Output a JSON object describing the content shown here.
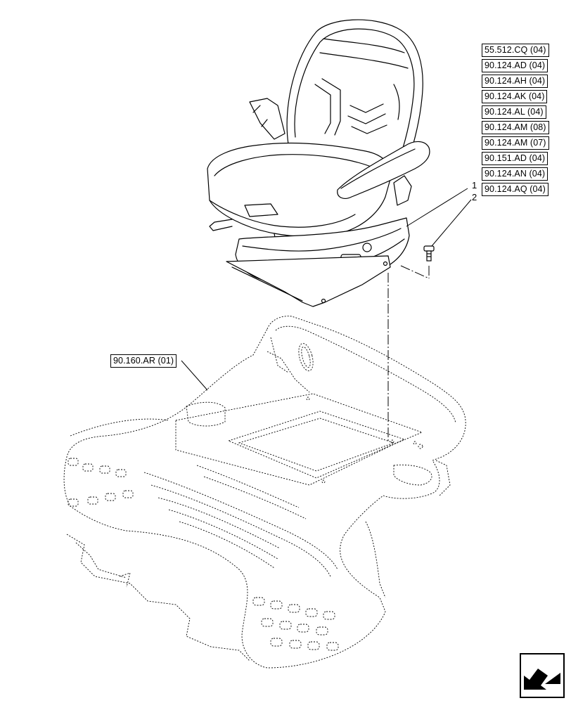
{
  "reference_list": [
    "55.512.CQ (04)",
    "90.124.AD (04)",
    "90.124.AH (04)",
    "90.124.AK (04)",
    "90.124.AL (04)",
    "90.124.AM (08)",
    "90.124.AM (07)",
    "90.151.AD (04)",
    "90.124.AN (04)",
    "90.124.AQ (04)"
  ],
  "floor_reference": "90.160.AR (01)",
  "callouts": {
    "seat": "1",
    "bolt": "2"
  },
  "icons": {
    "navigation": "arrow-icon"
  },
  "colors": {
    "line": "#000000",
    "background": "#ffffff"
  }
}
